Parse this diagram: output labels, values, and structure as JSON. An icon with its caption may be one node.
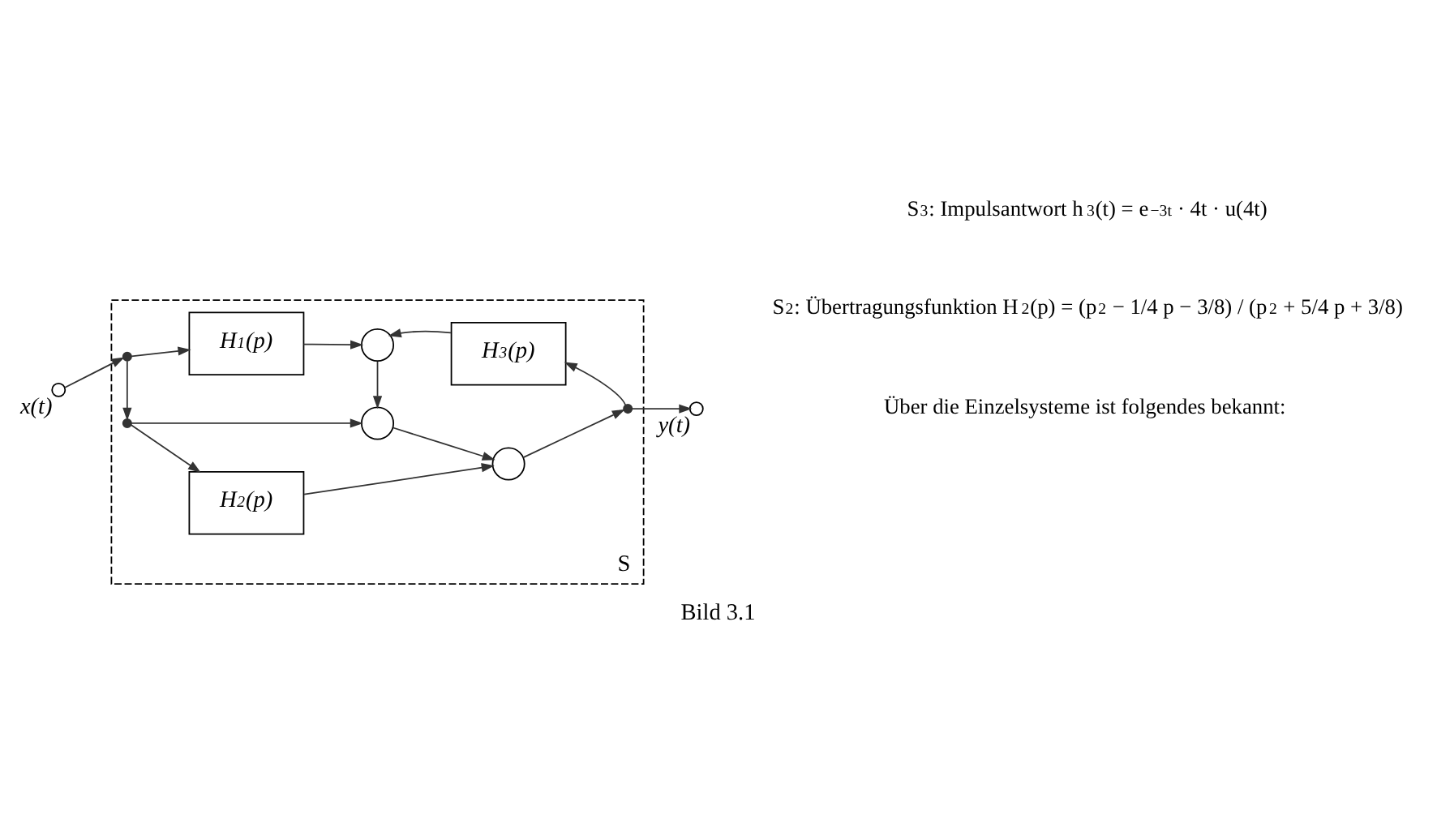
{
  "diagram": {
    "caption": "Bild 3.1",
    "nodes": [
      {
        "text": [
          "S"
        ]
      },
      {
        "text": [],
        "shape": "circle",
        "beside": [
          "x(t)"
        ]
      },
      {
        "text": [],
        "shape": "dot",
        "in": 0
      },
      {
        "text": [
          "H$_{1}$(p)"
        ],
        "in": 0
      },
      {
        "text": [],
        "shape": "circle",
        "in": 0
      },
      {
        "text": [
          "H$_{3}$(p)"
        ],
        "in": 0
      },
      {
        "text": [],
        "shape": "dot",
        "in": 0
      },
      {
        "text": [],
        "shape": "circle",
        "beside": [
          "y(t)"
        ]
      },
      {
        "text": [],
        "shape": "dot",
        "in": 0
      },
      {
        "text": [],
        "shape": "circle",
        "in": 0
      },
      {
        "text": [
          "H$_{2}$(p)"
        ],
        "in": 0
      },
      {
        "text": [],
        "shape": "circle",
        "in": 0
      }
    ],
    "edges": [
      {
        "from": 1,
        "to": 2,
        "arrow": "to"
      },
      {
        "from": 2,
        "to": 3,
        "arrow": "to"
      },
      {
        "from": 3,
        "to": 4,
        "arrow": "to"
      },
      {
        "from": 5,
        "to": 4,
        "arrow": "to"
      },
      {
        "from": 6,
        "to": 5,
        "arrow": "to"
      },
      {
        "from": 6,
        "to": 7,
        "arrow": "to"
      },
      {
        "from": 2,
        "to": 8,
        "arrow": "to"
      },
      {
        "from": 8,
        "to": 9,
        "arrow": "to"
      },
      {
        "from": 4,
        "to": 9,
        "arrow": "to"
      },
      {
        "from": 9,
        "to": 11,
        "arrow": "to"
      },
      {
        "from": 8,
        "to": 10,
        "arrow": "to"
      },
      {
        "from": 10,
        "to": 11,
        "arrow": "to"
      },
      {
        "from": 11,
        "to": 6,
        "arrow": "to"
      }
    ],
    "labels": [
      "Über die Einzelsysteme ist folgendes bekannt:",
      "S$_{2}$: Übertragungsfunktion H$_{2}$(p) = (p$^{2}$ − 1/4 p − 3/8) / (p$^{2}$ + 5/4 p + 3/8)",
      "S$_{3}$: Impulsantwort h$_{3}$(t) = e$^{−3t}$ · 4t · u(4t)"
    ]
  }
}
